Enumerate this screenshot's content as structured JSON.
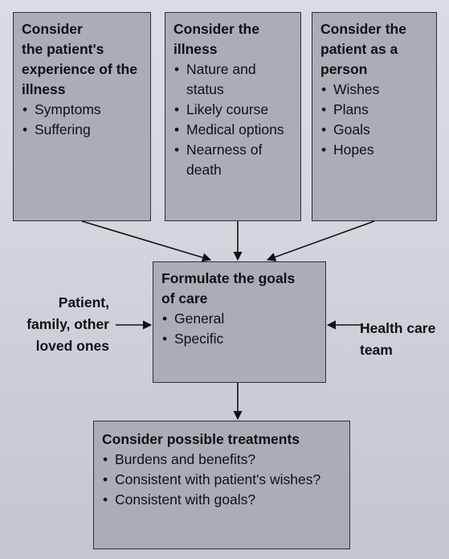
{
  "boxes": {
    "experience": {
      "title": "Consider\nthe patient's\nexperience of the\nillness",
      "items": [
        "Symptoms",
        "Suffering"
      ]
    },
    "illness": {
      "title": "Consider the\nillness",
      "items": [
        "Nature and\nstatus",
        "Likely course",
        "Medical options",
        "Nearness of\ndeath"
      ]
    },
    "person": {
      "title": "Consider the\npatient as a\nperson",
      "items": [
        "Wishes",
        "Plans",
        "Goals",
        "Hopes"
      ]
    },
    "goals": {
      "title": "Formulate the goals\nof care",
      "items": [
        "General",
        "Specific"
      ]
    },
    "treatments": {
      "title": "Consider possible treatments",
      "items": [
        "Burdens and benefits?",
        "Consistent with patient's wishes?",
        "Consistent with goals?"
      ]
    }
  },
  "side_labels": {
    "left": "Patient,\nfamily, other\nloved ones",
    "right": "Health care\nteam"
  }
}
